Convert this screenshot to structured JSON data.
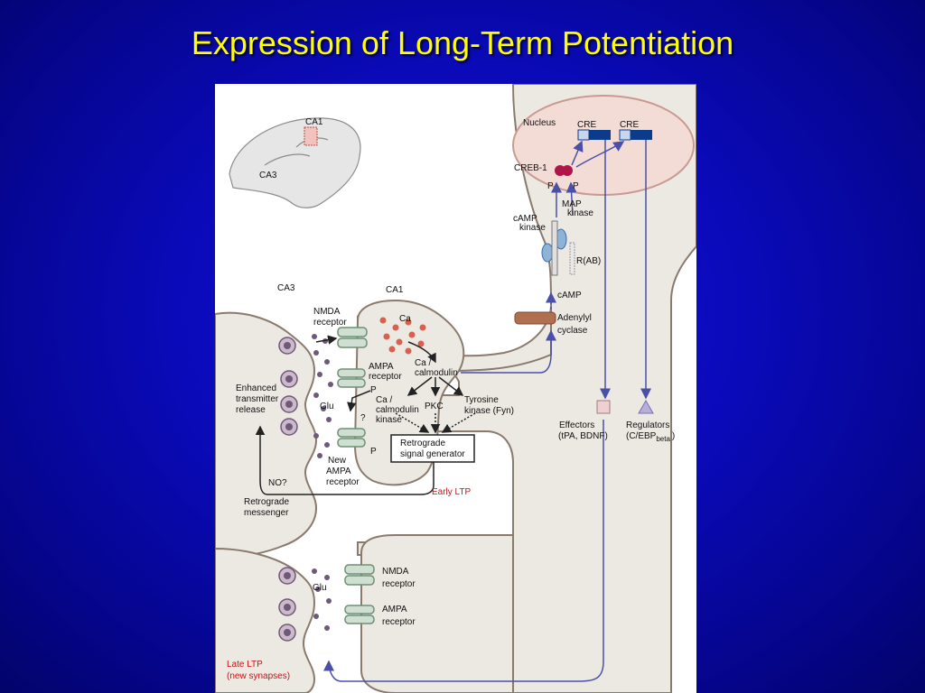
{
  "slide": {
    "title": "Expression of Long-Term Potentiation"
  },
  "colors": {
    "background": "#0a0ab8",
    "title": "#ffff00",
    "panel": "#ffffff",
    "cell": "#ece9e3",
    "cell_outline": "#8a7a6e",
    "nucleus": "#f4dcd6",
    "receptor": "#cfe0d2",
    "receptor_outline": "#6f8f75",
    "calcium": "#d9604c",
    "glutamate": "#6d5a7a",
    "cre_dark": "#0d3b8c",
    "arrow_blue": "#4a50a8",
    "red_label": "#d01010"
  },
  "diagram": {
    "inset": {
      "ca1_label": "CA1",
      "ca3_label": "CA3"
    },
    "region_labels": {
      "ca3": "CA3",
      "ca1": "CA1"
    },
    "nucleus": {
      "label": "Nucleus",
      "cre_left": "CRE",
      "cre_right": "CRE",
      "creb_label": "CREB-1",
      "p_left": "P",
      "p_right": "P"
    },
    "signaling": {
      "map_kinase_line1": "MAP",
      "map_kinase_line2": "kinase",
      "camp_kinase_line1": "cAMP",
      "camp_kinase_line2": "kinase",
      "r_ab": "R(AB)",
      "camp": "cAMP",
      "adenylyl_line1": "Adenylyl",
      "adenylyl_line2": "cyclase"
    },
    "early_synapse": {
      "nmda_line1": "NMDA",
      "nmda_line2": "receptor",
      "ca": "Ca",
      "ca_calmodulin_line1": "Ca /",
      "ca_calmodulin_line2": "calmodulin",
      "ampa_line1": "AMPA",
      "ampa_line2": "receptor",
      "p1": "P",
      "glu": "Glu",
      "ca_calmodulin_kinase_line1": "Ca /",
      "ca_calmodulin_kinase_line2": "calmodulin",
      "ca_calmodulin_kinase_line3": "kinase",
      "pkc": "PKC",
      "tyrosine_line1": "Tyrosine",
      "tyrosine_line2": "kinase (Fyn)",
      "question": "?",
      "retrograde_gen_line1": "Retrograde",
      "retrograde_gen_line2": "signal generator",
      "p2": "P",
      "new_ampa_line1": "New",
      "new_ampa_line2": "AMPA",
      "new_ampa_line3": "receptor",
      "enhanced_line1": "Enhanced",
      "enhanced_line2": "transmitter",
      "enhanced_line3": "release",
      "no_q": "NO?",
      "retro_messenger_line1": "Retrograde",
      "retro_messenger_line2": "messenger",
      "early_ltp": "Early LTP"
    },
    "effectors": {
      "effectors_line1": "Effectors",
      "effectors_line2": "(tPA, BDNF)",
      "regulators_line1": "Regulators",
      "regulators_line2": "(C/EBP",
      "regulators_sub": "beta",
      "regulators_close": ")"
    },
    "late_synapse": {
      "nmda_line1": "NMDA",
      "nmda_line2": "receptor",
      "glu": "Glu",
      "ampa_line1": "AMPA",
      "ampa_line2": "receptor",
      "late_ltp_line1": "Late LTP",
      "late_ltp_line2": "(new synapses)"
    }
  }
}
